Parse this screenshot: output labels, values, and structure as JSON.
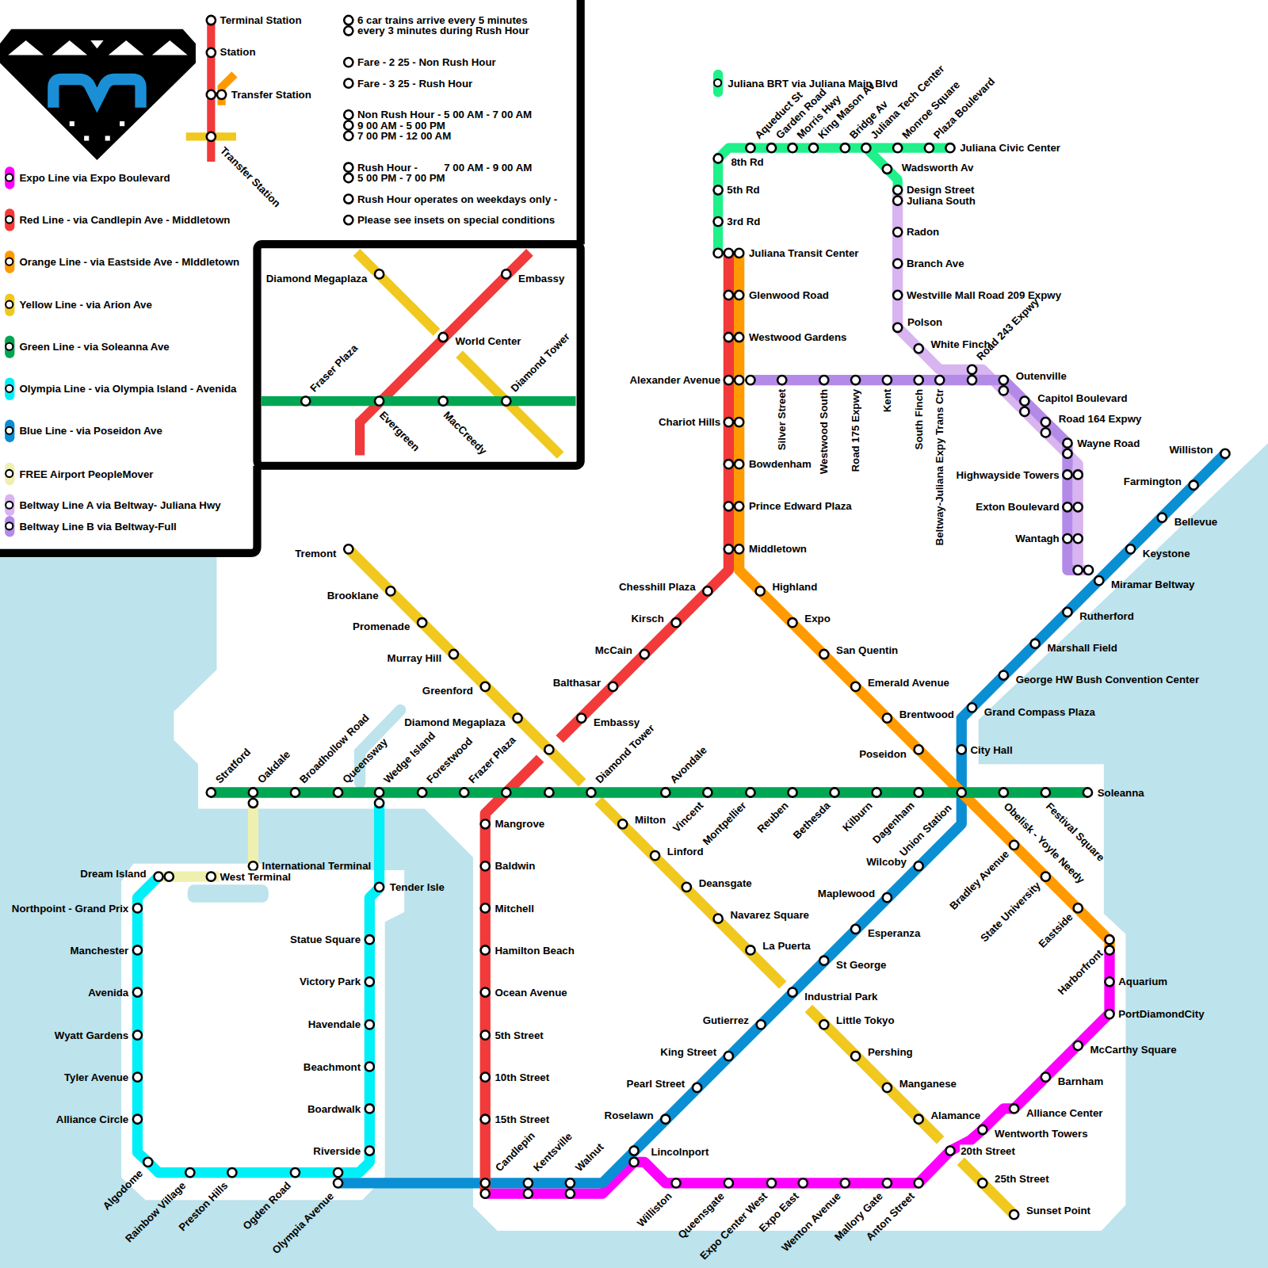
{
  "diagram": {
    "labels": [
      "Terminal Station",
      "Station",
      "Transfer Station",
      "Transfer Station",
      "6 car trains arrive every 5 minutes",
      "every 3 minutes during Rush Hour",
      "Fare - 2 25 - Non Rush Hour",
      "Fare - 3 25 - Rush Hour",
      "Non Rush Hour - 5 00 AM - 7 00 AM",
      "9 00 AM - 5 00 PM",
      "7 00 PM - 12 00 AM",
      "Rush Hour -",
      "7 00 AM - 9 00 AM",
      "5 00 PM - 7 00 PM",
      "Rush Hour operates on weekdays only -",
      "Please see insets on special conditions",
      "Diamond Megaplaza",
      "Embassy",
      "World Center",
      "Fraser Plaza",
      "Evergreen",
      "MacCreedy",
      "Diamond Tower",
      "8th Rd",
      "5th Rd",
      "3rd Rd",
      "Juliana Transit Center",
      "Aqueduct St",
      "Garden Road",
      "Morris Hwy",
      "King Mason Av",
      "Bridge Av",
      "Juliana Tech Center",
      "Monroe Square",
      "Plaza Boulevard",
      "Juliana Civic Center",
      "Wadsworth Av",
      "Design Street",
      "Juliana South",
      "Radon",
      "Branch Ave",
      "Westville Mall Road 209 Expwy",
      "Polson",
      "White Finch",
      "Road 243 Expwy",
      "Glenwood Road",
      "Westwood Gardens",
      "Alexander Avenue",
      "Silver Street",
      "Westwood South",
      "Road 175 Expwy",
      "Kent",
      "South Finch",
      "Beltway-Juliana Expy Trans Ctr",
      "Outenville",
      "Capitol Boulevard",
      "Road 164 Expwy",
      "Wayne Road",
      "Chariot Hills",
      "Bowdenham",
      "Highwayside Towers",
      "Prince Edward Plaza",
      "Exton Boulevard",
      "Wantagh",
      "Middletown",
      "Williston",
      "Farmington",
      "Bellevue",
      "Keystone",
      "Tremont",
      "Miramar Beltway",
      "Chesshill Plaza",
      "Highland",
      "Brooklane",
      "Rutherford",
      "Promenade",
      "Kirsch",
      "Expo",
      "Marshall Field",
      "Murray Hill",
      "McCain",
      "San Quentin",
      "George HW Bush Convention Center",
      "Greenford",
      "Balthasar",
      "Emerald Avenue",
      "Grand Compass Plaza",
      "Diamond Megaplaza",
      "Embassy",
      "Brentwood",
      "Poseidon",
      "City Hall",
      "Stratford",
      "Oakdale",
      "Broadhollow Road",
      "Queensway",
      "Wedge Island",
      "Forestwood",
      "Frazer Plaza",
      "Diamond Tower",
      "Avondale",
      "Soleanna",
      "Vincent",
      "Montpellier",
      "Reuben",
      "Bethesda",
      "Kilburn",
      "Dagenham",
      "Union Station",
      "Obelisk - Yoyle Needy",
      "Festival Square",
      "Mangrove",
      "Milton",
      "Linford",
      "Baldwin",
      "International Terminal",
      "Wilcoby",
      "Dream Island",
      "West Terminal",
      "Bradley Avenue",
      "Tender Isle",
      "Deansgate",
      "Maplewood",
      "Northpoint - Grand Prix",
      "Mitchell",
      "State University",
      "Navarez Square",
      "Esperanza",
      "Eastside",
      "Statue Square",
      "Manchester",
      "Hamilton Beach",
      "La Puerta",
      "Harborfront",
      "St George",
      "Victory Park",
      "Aquarium",
      "Avenida",
      "Ocean Avenue",
      "Industrial Park",
      "PortDiamondCity",
      "Havendale",
      "Gutierrez",
      "Little Tokyo",
      "Wyatt Gardens",
      "5th Street",
      "McCarthy Square",
      "King Street",
      "Pershing",
      "Beachmont",
      "Tyler Avenue",
      "10th Street",
      "Barnham",
      "Pearl Street",
      "Manganese",
      "Boardwalk",
      "Alliance Center",
      "Alliance Circle",
      "15th Street",
      "Roselawn",
      "Alamance",
      "Wentworth Towers",
      "Riverside",
      "Lincolnport",
      "20th Street",
      "Algodome",
      "Candlepin",
      "Kentsville",
      "Walnut",
      "25th Street",
      "Rainbow Village",
      "Preston Hills",
      "Ogden Road",
      "Olympia Avenue",
      "Williston",
      "Queensgate",
      "Expo Center West",
      "Expo East",
      "Wenton Avenue",
      "Mallory Gate",
      "Anton Street",
      "Sunset Point"
    ],
    "legend": [
      {
        "text": "Expo Line via Expo Boulevard",
        "color": "#ff00ff"
      },
      {
        "text": "Red Line - via Candlepin Ave - Middletown",
        "color": "#f23a3a"
      },
      {
        "text": "Orange Line - via Eastside Ave - MIddletown",
        "color": "#ff9a00"
      },
      {
        "text": "Yellow Line - via Arion Ave",
        "color": "#f0c81e"
      },
      {
        "text": "Green Line - via Soleanna Ave",
        "color": "#00a651"
      },
      {
        "text": "Olympia Line - via Olympia Island - Avenida",
        "color": "#00f0f8"
      },
      {
        "text": "Blue Line - via Poseidon Ave",
        "color": "#0a8fd4"
      },
      {
        "text": "FREE Airport PeopleMover",
        "color": "#efefb0"
      },
      {
        "text": "Beltway Line A via Beltway- Juliana Hwy",
        "color": "#d8b4f0"
      },
      {
        "text": "Beltway Line B via Beltway-Full",
        "color": "#b48ae8"
      },
      {
        "text": "Juliana BRT via Juliana Main Blvd",
        "color": "#1ff08a"
      }
    ]
  }
}
